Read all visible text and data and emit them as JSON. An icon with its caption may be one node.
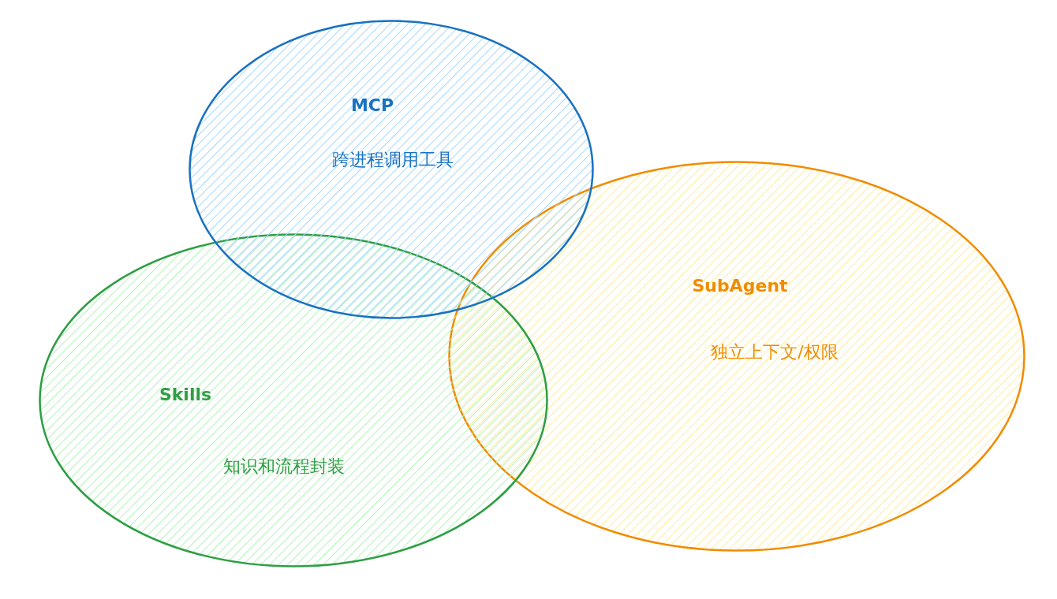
{
  "diagram": {
    "nodes": [
      {
        "text": [
          "MCP",
          "跨进程调用工具"
        ]
      },
      {
        "text": [
          "Skills",
          "知识和流程封装"
        ]
      },
      {
        "text": [
          "SubAgent",
          "独立上下文/权限"
        ]
      }
    ]
  }
}
